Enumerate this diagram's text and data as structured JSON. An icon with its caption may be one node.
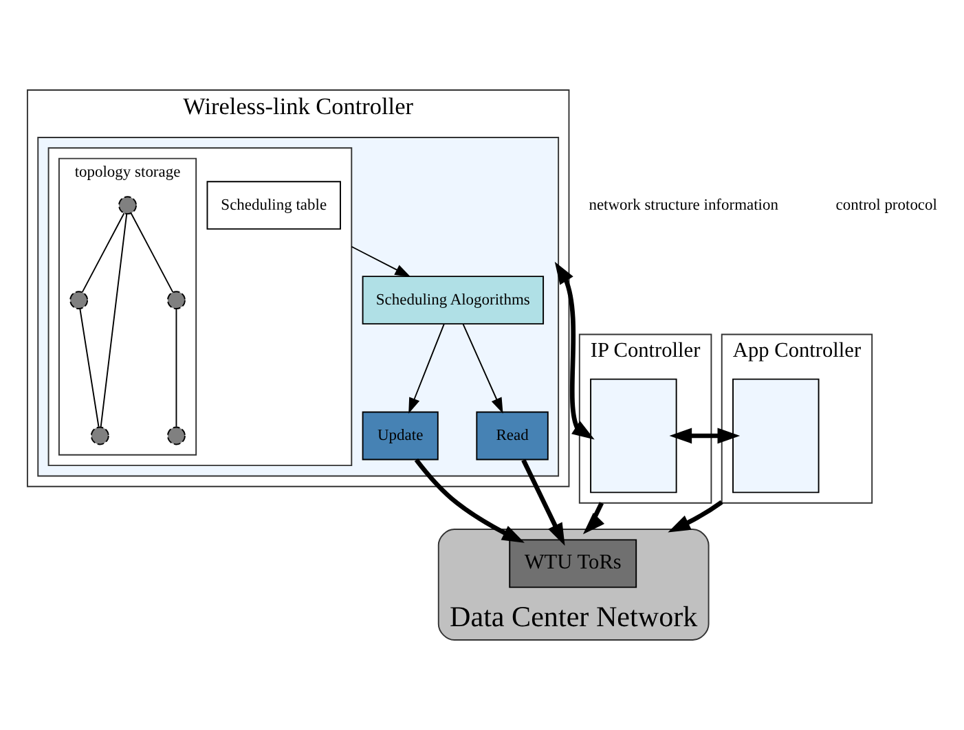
{
  "diagram": {
    "nodes": [
      {
        "text": [
          "Wireless-link Controller"
        ]
      },
      {
        "text": [],
        "shape": "box",
        "in": 0
      },
      {
        "text": [],
        "shape": "box",
        "in": 1
      },
      {
        "text": [
          "Scheduling table"
        ],
        "in": 2
      },
      {
        "text": [
          "topology storage"
        ],
        "in": 2
      },
      {
        "text": [],
        "shape": "circle",
        "in": 4
      },
      {
        "text": [],
        "shape": "circle",
        "in": 4
      },
      {
        "text": [],
        "shape": "circle",
        "in": 4
      },
      {
        "text": [],
        "shape": "circle",
        "in": 4
      },
      {
        "text": [],
        "shape": "circle",
        "in": 4
      },
      {
        "text": [
          "Scheduling Alogorithms"
        ],
        "in": 1
      },
      {
        "text": [
          "Update"
        ],
        "in": 1
      },
      {
        "text": [
          "Read"
        ],
        "in": 1
      },
      {
        "text": [
          "IP Controller"
        ]
      },
      {
        "text": [],
        "shape": "box",
        "in": 13
      },
      {
        "text": [
          "App Controller"
        ]
      },
      {
        "text": [],
        "shape": "box",
        "in": 15
      },
      {
        "text": [
          "Data Center Network"
        ]
      },
      {
        "text": [
          "WTU ToRs"
        ],
        "in": 17
      }
    ],
    "edges": [
      {
        "from": 2,
        "to": 10,
        "arrow": "to"
      },
      {
        "from": 10,
        "to": 11,
        "arrow": "to"
      },
      {
        "from": 10,
        "to": 12,
        "arrow": "to"
      },
      {
        "from": 11,
        "to": 18,
        "arrow": "to",
        "style": "thick"
      },
      {
        "from": 12,
        "to": 18,
        "arrow": "to",
        "style": "thick"
      },
      {
        "from": 1,
        "to": 14,
        "arrow": "both",
        "style": "thick"
      },
      {
        "from": 14,
        "to": 16,
        "arrow": "both",
        "style": "thick"
      },
      {
        "from": 13,
        "to": 17,
        "arrow": "to",
        "style": "thick"
      },
      {
        "from": 15,
        "to": 17,
        "arrow": "to",
        "style": "thick"
      },
      {
        "from": 5,
        "to": 8,
        "arrow": "none"
      },
      {
        "from": 5,
        "to": 7,
        "arrow": "none"
      },
      {
        "from": 5,
        "to": 6,
        "arrow": "none"
      },
      {
        "from": 6,
        "to": 7,
        "arrow": "none"
      },
      {
        "from": 8,
        "to": 9,
        "arrow": "none"
      }
    ],
    "labels": [
      "network structure information",
      "control protocol"
    ]
  }
}
